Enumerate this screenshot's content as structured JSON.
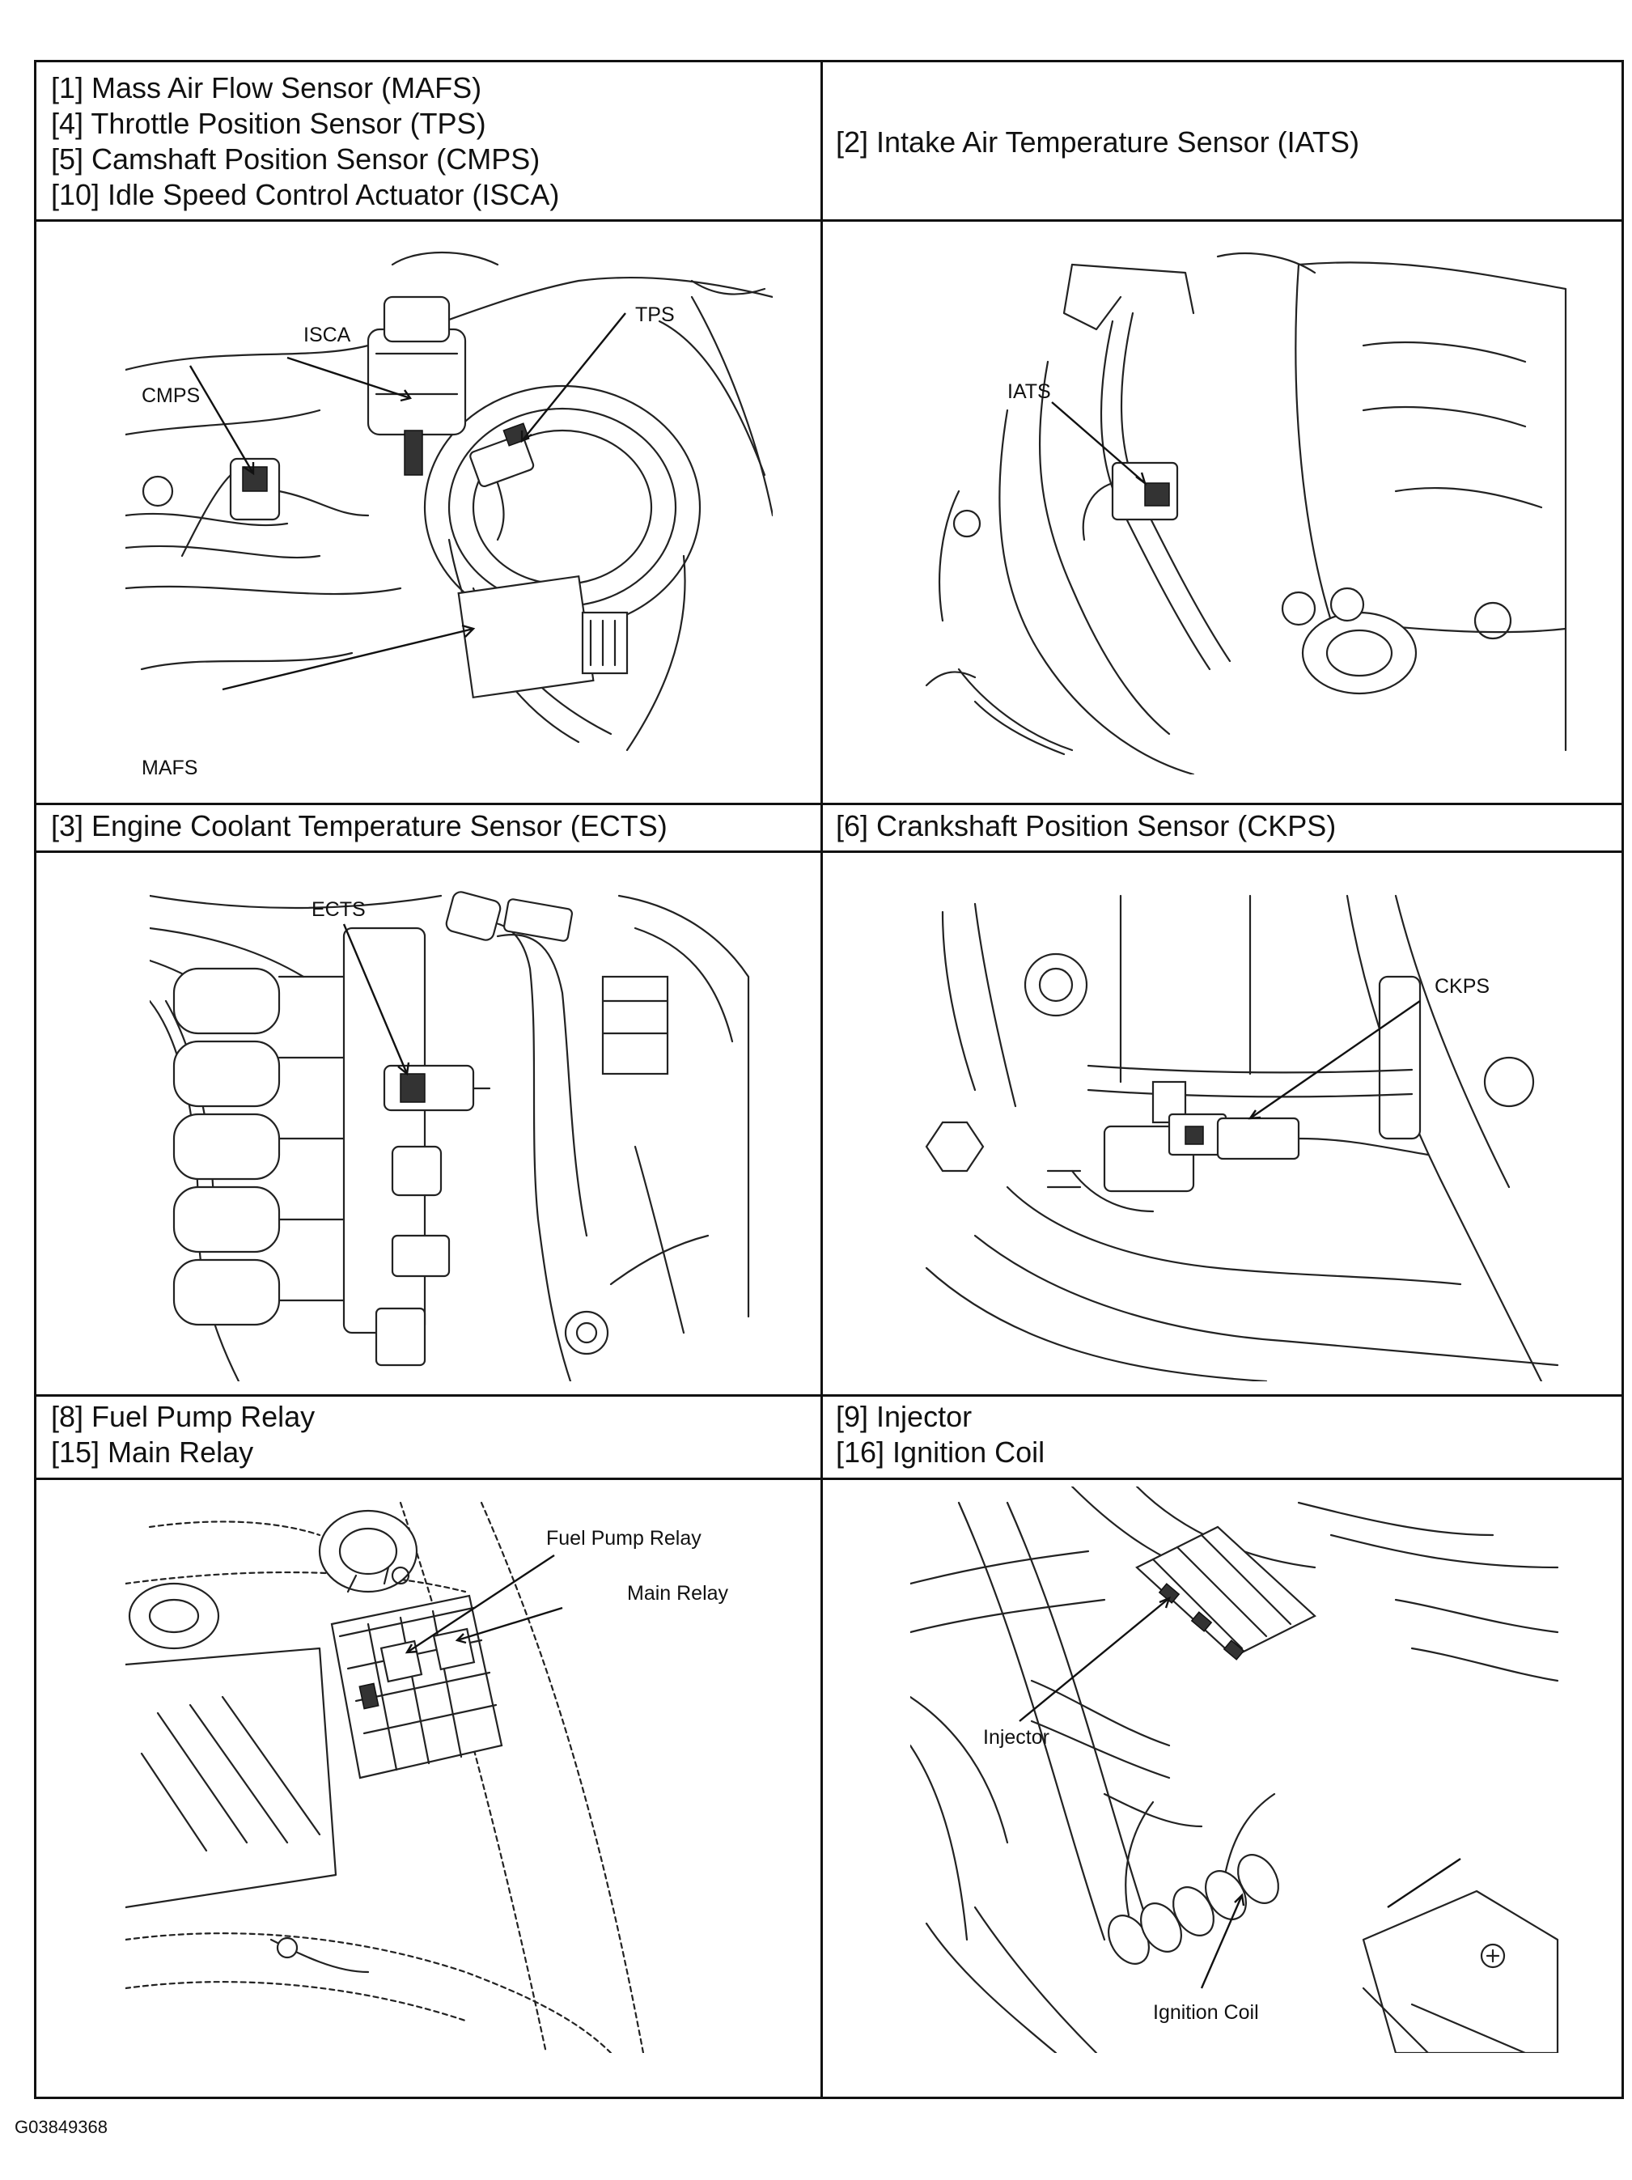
{
  "cells": {
    "c1": {
      "lines": [
        "[1] Mass Air Flow Sensor (MAFS)",
        "[4] Throttle Position Sensor (TPS)",
        "[5] Camshaft Position Sensor (CMPS)",
        "[10] Idle Speed Control Actuator (ISCA)"
      ]
    },
    "c2": {
      "lines": [
        "[2] Intake Air Temperature Sensor (IATS)"
      ]
    },
    "c3": {
      "lines": [
        "[3] Engine Coolant Temperature Sensor (ECTS)"
      ]
    },
    "c4": {
      "lines": [
        "[6] Crankshaft Position Sensor (CKPS)"
      ]
    },
    "c5": {
      "lines": [
        "[8] Fuel Pump Relay",
        "[15] Main Relay"
      ]
    },
    "c6": {
      "lines": [
        "[9] Injector",
        "[16] Ignition Coil"
      ]
    }
  },
  "figures": {
    "f1": {
      "labels": [
        "ISCA",
        "TPS",
        "CMPS",
        "MAFS"
      ]
    },
    "f2": {
      "labels": [
        "IATS"
      ]
    },
    "f3": {
      "labels": [
        "ECTS"
      ]
    },
    "f4": {
      "labels": [
        "CKPS"
      ]
    },
    "f5": {
      "labels": [
        "Fuel Pump Relay",
        "Main Relay"
      ]
    },
    "f6": {
      "labels": [
        "Injector",
        "Ignition Coil"
      ]
    }
  },
  "footer": {
    "code": "G03849368"
  }
}
